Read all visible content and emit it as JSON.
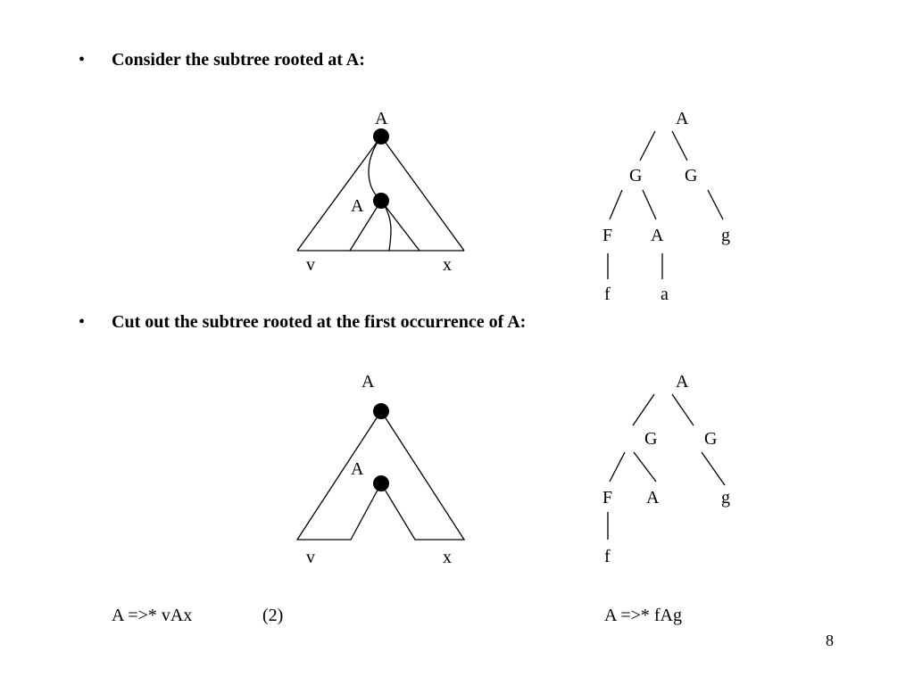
{
  "bullets": [
    {
      "marker": "•",
      "text": "Consider the subtree rooted at A:"
    },
    {
      "marker": "•",
      "text": "Cut out the subtree rooted at the first occurrence of A:"
    }
  ],
  "top_triangle": {
    "root_label": "A",
    "inner_label": "A",
    "left_label": "v",
    "right_label": "x"
  },
  "top_tree": {
    "root": "A",
    "g_left": "G",
    "g_right": "G",
    "f_node": "F",
    "a_node": "A",
    "g_leaf": "g",
    "f_leaf": "f",
    "a_leaf": "a"
  },
  "bottom_triangle": {
    "root_label": "A",
    "inner_label": "A",
    "left_label": "v",
    "right_label": "x"
  },
  "bottom_tree": {
    "root": "A",
    "g_left": "G",
    "g_right": "G",
    "f_node": "F",
    "a_node": "A",
    "g_leaf": "g",
    "f_leaf": "f"
  },
  "footer": {
    "derivation_left": "A =>* vAx",
    "equation_number": "(2)",
    "derivation_right": "A =>* fAg",
    "page_number": "8"
  }
}
